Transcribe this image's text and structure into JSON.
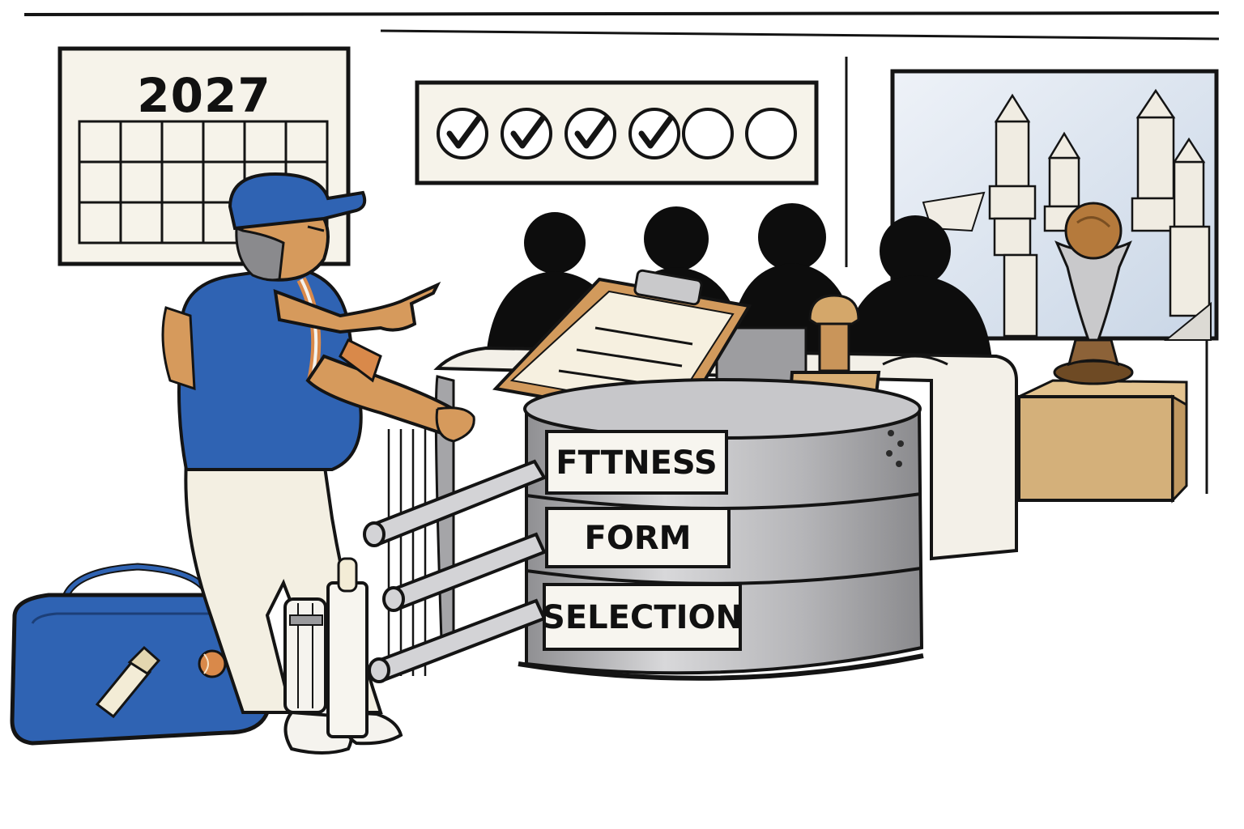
{
  "calendar": {
    "year": "2027"
  },
  "checklist": {
    "items": [
      true,
      true,
      true,
      true,
      false,
      false
    ]
  },
  "turnstile": {
    "labels": [
      {
        "text": "FTTNESS"
      },
      {
        "text": "FORM"
      },
      {
        "text": "SELECTION"
      }
    ]
  },
  "colors": {
    "jersey_blue": "#2f63b3",
    "accent_orange": "#d9894a",
    "skin": "#d69a5c",
    "metal_grey": "#a9a9ab",
    "wood": "#d4b07a",
    "trophy_gold": "#b57a3c",
    "ink": "#141414"
  },
  "icons": [
    "calendar-icon",
    "checkmark-icon",
    "clipboard-icon",
    "rubber-stamp-icon",
    "trophy-icon",
    "cricket-bag-icon",
    "cricket-bat-icon",
    "cricket-ball-icon"
  ]
}
